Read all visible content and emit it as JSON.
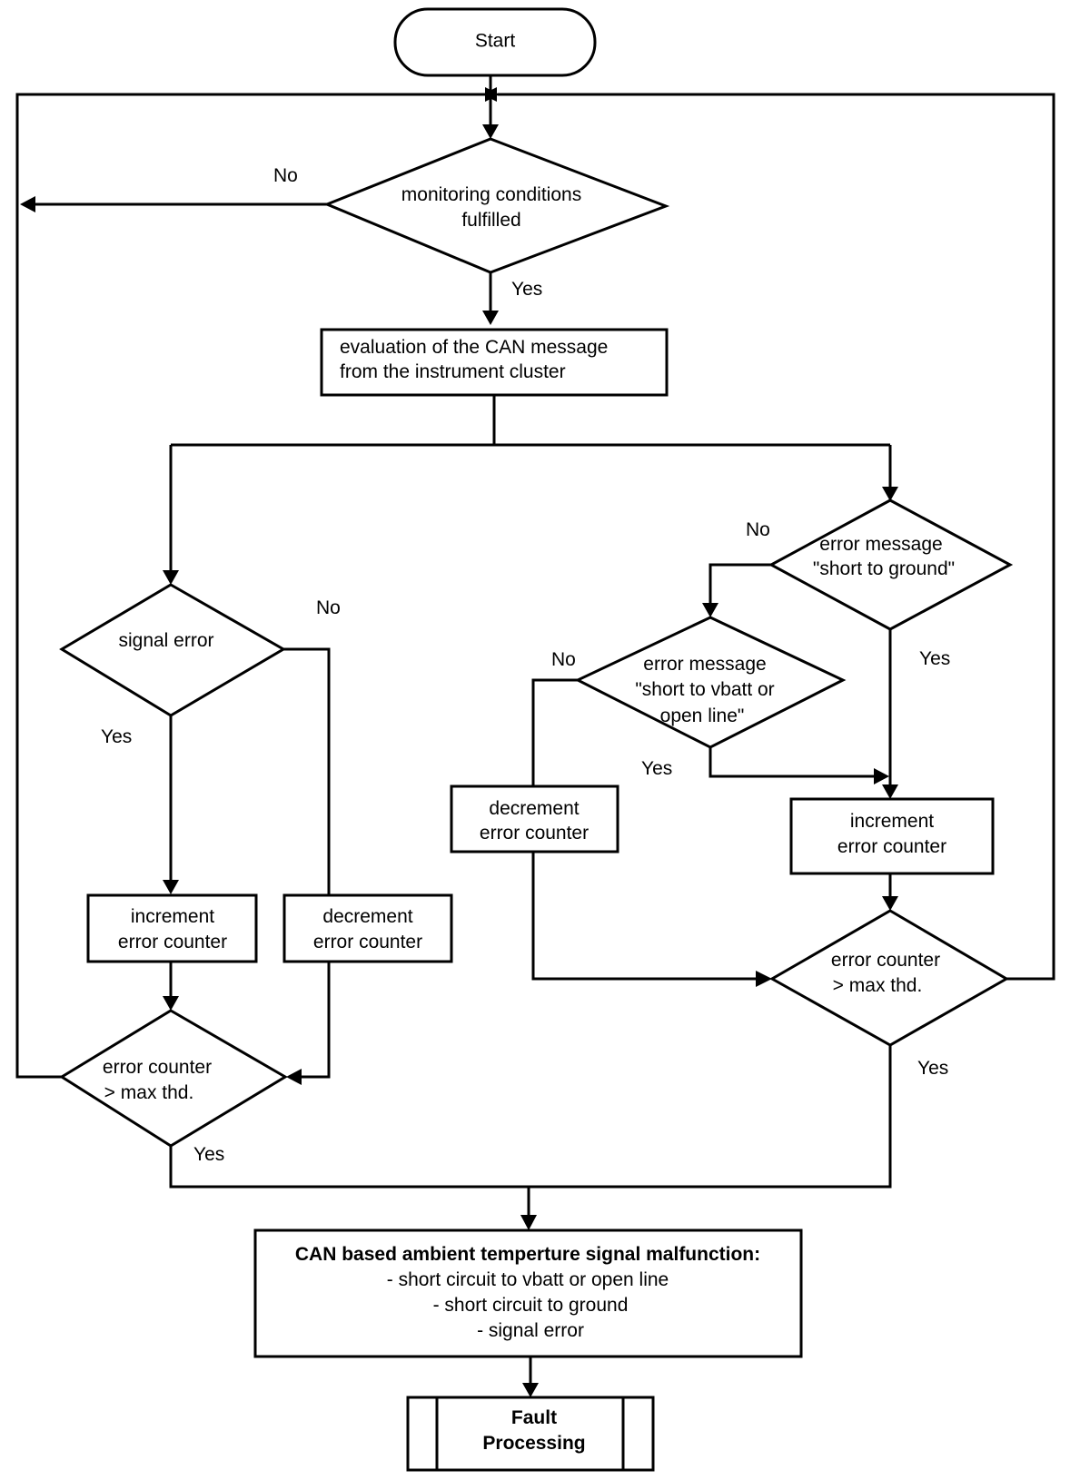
{
  "start": {
    "label": "Start"
  },
  "monitoring": {
    "line1": "monitoring conditions",
    "line2": "fulfilled",
    "no": "No",
    "yes": "Yes"
  },
  "evaluation": {
    "line1": "evaluation of the CAN message",
    "line2": "from the instrument cluster"
  },
  "signal_error": {
    "label": "signal error",
    "no": "No",
    "yes": "Yes"
  },
  "left_increment": {
    "line1": "increment",
    "line2": "error counter"
  },
  "left_decrement": {
    "line1": "decrement",
    "line2": "error counter"
  },
  "left_counter": {
    "line1": "error counter",
    "line2": "> max thd.",
    "yes": "Yes"
  },
  "short_ground": {
    "line1": "error message",
    "line2": "\"short to ground\"",
    "no": "No",
    "yes": "Yes"
  },
  "short_vbatt": {
    "line1": "error message",
    "line2": "\"short to vbatt or",
    "line3": "open line\"",
    "no": "No",
    "yes": "Yes"
  },
  "right_decrement": {
    "line1": "decrement",
    "line2": "error counter"
  },
  "right_increment": {
    "line1": "increment",
    "line2": "error counter"
  },
  "right_counter": {
    "line1": "error counter",
    "line2": "> max thd.",
    "yes": "Yes"
  },
  "malfunction": {
    "title": "CAN based ambient temperture signal malfunction:",
    "items": [
      "- short circuit to vbatt or open line",
      "- short circuit to ground",
      "- signal error"
    ]
  },
  "fault": {
    "line1": "Fault",
    "line2": "Processing"
  }
}
